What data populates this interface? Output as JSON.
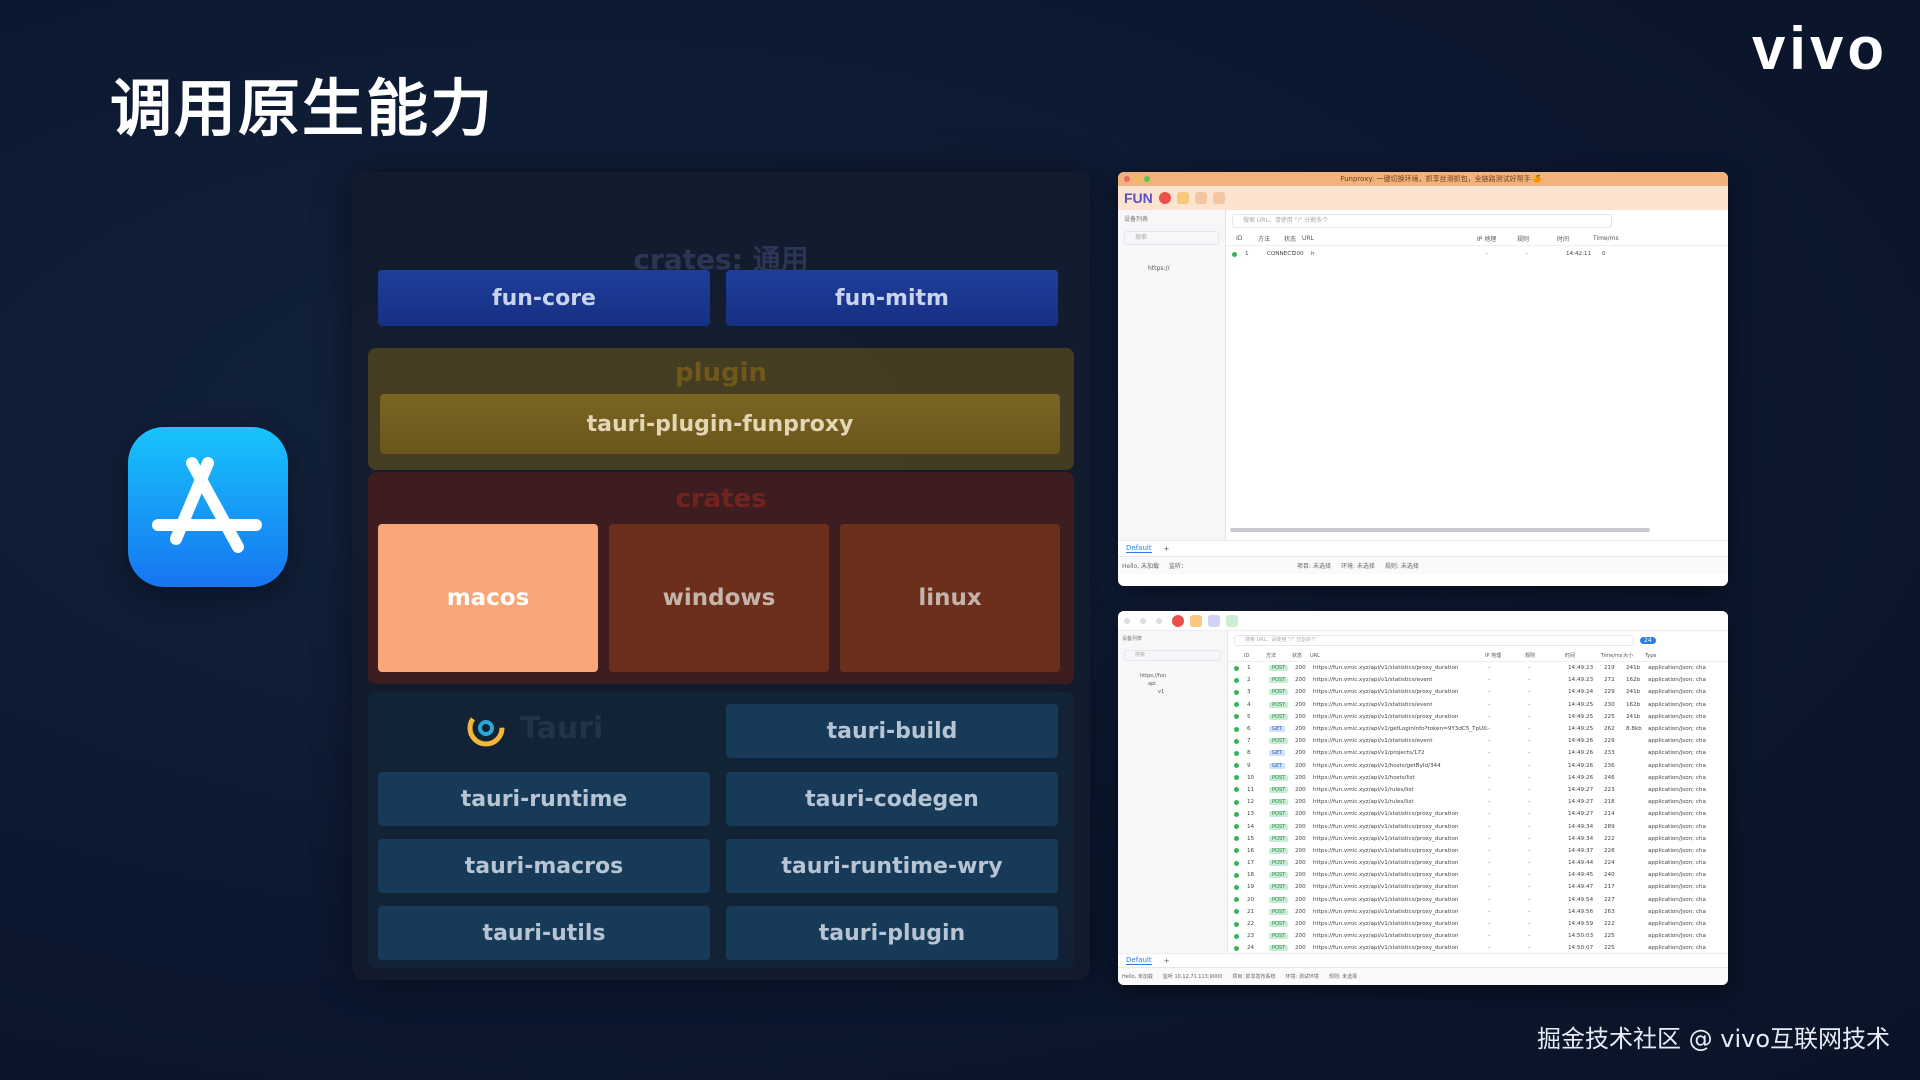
{
  "slide": {
    "title": "调用原生能力",
    "brand": "vivo",
    "watermark": "掘金技术社区 @ vivo互联网技术"
  },
  "architecture": {
    "top_label": "crates: 通用",
    "crates_general": [
      "fun-core",
      "fun-mitm"
    ],
    "plugin_label": "plugin",
    "plugin": "tauri-plugin-funproxy",
    "native_label": "crates",
    "native": [
      "macos",
      "windows",
      "linux"
    ],
    "tauri_label": "Tauri",
    "tauri_crates": [
      "tauri-build",
      "tauri-runtime",
      "tauri-codegen",
      "tauri-macros",
      "tauri-runtime-wry",
      "tauri-utils",
      "tauri-plugin"
    ]
  },
  "screenshot1": {
    "window_title": "Funproxy: 一键切换环境，抓享丝滑抓包，全链路测试好帮手 🍊",
    "app_logo": "FUN",
    "sidebar_title": "设备列表",
    "sidebar_search": "搜索",
    "sidebar_item": "https://",
    "search_placeholder": "搜索 URL、请使用 \"/\" 分割多个",
    "headers": [
      "ID",
      "方法",
      "状态",
      "URL",
      "IP 地理",
      "规则",
      "时间",
      "Time/ms"
    ],
    "row": {
      "id": "1",
      "method": "CONNECT",
      "status": "200",
      "url": "h",
      "ip": "-",
      "rule": "-",
      "time": "14:42:11",
      "ms": "0"
    },
    "tab": "Default",
    "tab_add": "+",
    "status_left": "Hello, 未加载",
    "status_mid": "监听：",
    "status_project": "项目: 未选择",
    "status_env": "环境: 未选择",
    "status_rule": "规则: 未选择"
  },
  "screenshot2": {
    "sidebar_title": "设备列表",
    "sidebar_search": "搜索",
    "tree_items": [
      "https://fun",
      "api",
      "v1"
    ],
    "search_placeholder": "搜索 URL、请使用 \"/\" 分割多个",
    "badge": "24",
    "headers": [
      "ID",
      "方法",
      "状态",
      "URL",
      "IP 地理",
      "规则",
      "时间",
      "Time/ms",
      "大小",
      "Type"
    ],
    "rows": [
      {
        "id": "1",
        "m": "POST",
        "s": "200",
        "u": "https://fun.vmic.xyz/api/v1/statistics/proxy_duration",
        "t": "14:49:23",
        "ms": "219",
        "sz": "241b",
        "ty": "application/json; charset"
      },
      {
        "id": "2",
        "m": "POST",
        "s": "200",
        "u": "https://fun.vmic.xyz/api/v1/statistics/event",
        "t": "14:49:23",
        "ms": "272",
        "sz": "162b",
        "ty": "application/json; charset"
      },
      {
        "id": "3",
        "m": "POST",
        "s": "200",
        "u": "https://fun.vmic.xyz/api/v1/statistics/proxy_duration",
        "t": "14:49:24",
        "ms": "229",
        "sz": "241b",
        "ty": "application/json; charset"
      },
      {
        "id": "4",
        "m": "POST",
        "s": "200",
        "u": "https://fun.vmic.xyz/api/v1/statistics/event",
        "t": "14:49:25",
        "ms": "230",
        "sz": "162b",
        "ty": "application/json; charset"
      },
      {
        "id": "5",
        "m": "POST",
        "s": "200",
        "u": "https://fun.vmic.xyz/api/v1/statistics/proxy_duration",
        "t": "14:49:25",
        "ms": "225",
        "sz": "241b",
        "ty": "application/json; charset"
      },
      {
        "id": "6",
        "m": "GET",
        "s": "200",
        "u": "https://fun.vmic.xyz/api/v1/getLoginInfo?token=9Y3dC5_TpU0...",
        "t": "14:49:25",
        "ms": "262",
        "sz": "8.8kb",
        "ty": "application/json; charset"
      },
      {
        "id": "7",
        "m": "POST",
        "s": "200",
        "u": "https://fun.vmic.xyz/api/v1/statistics/event",
        "t": "14:49:26",
        "ms": "229",
        "sz": "",
        "ty": "application/json; charset"
      },
      {
        "id": "8",
        "m": "GET",
        "s": "200",
        "u": "https://fun.vmic.xyz/api/v1/projects/172",
        "t": "14:49:26",
        "ms": "233",
        "sz": "",
        "ty": "application/json; charset"
      },
      {
        "id": "9",
        "m": "GET",
        "s": "200",
        "u": "https://fun.vmic.xyz/api/v1/hosts/getById/344",
        "t": "14:49:26",
        "ms": "236",
        "sz": "",
        "ty": "application/json; charset"
      },
      {
        "id": "10",
        "m": "POST",
        "s": "200",
        "u": "https://fun.vmic.xyz/api/v1/hosts/list",
        "t": "14:49:26",
        "ms": "246",
        "sz": "",
        "ty": "application/json; charset"
      },
      {
        "id": "11",
        "m": "POST",
        "s": "200",
        "u": "https://fun.vmic.xyz/api/v1/rules/list",
        "t": "14:49:27",
        "ms": "223",
        "sz": "",
        "ty": "application/json; charset"
      },
      {
        "id": "12",
        "m": "POST",
        "s": "200",
        "u": "https://fun.vmic.xyz/api/v1/rules/list",
        "t": "14:49:27",
        "ms": "218",
        "sz": "",
        "ty": "application/json; charset"
      },
      {
        "id": "13",
        "m": "POST",
        "s": "200",
        "u": "https://fun.vmic.xyz/api/v1/statistics/proxy_duration",
        "t": "14:49:27",
        "ms": "214",
        "sz": "",
        "ty": "application/json; charset"
      },
      {
        "id": "14",
        "m": "POST",
        "s": "200",
        "u": "https://fun.vmic.xyz/api/v1/statistics/proxy_duration",
        "t": "14:49:34",
        "ms": "289",
        "sz": "",
        "ty": "application/json; charset"
      },
      {
        "id": "15",
        "m": "POST",
        "s": "200",
        "u": "https://fun.vmic.xyz/api/v1/statistics/proxy_duration",
        "t": "14:49:34",
        "ms": "222",
        "sz": "",
        "ty": "application/json; charset"
      },
      {
        "id": "16",
        "m": "POST",
        "s": "200",
        "u": "https://fun.vmic.xyz/api/v1/statistics/proxy_duration",
        "t": "14:49:37",
        "ms": "228",
        "sz": "",
        "ty": "application/json; charset"
      },
      {
        "id": "17",
        "m": "POST",
        "s": "200",
        "u": "https://fun.vmic.xyz/api/v1/statistics/proxy_duration",
        "t": "14:49:44",
        "ms": "224",
        "sz": "",
        "ty": "application/json; charset"
      },
      {
        "id": "18",
        "m": "POST",
        "s": "200",
        "u": "https://fun.vmic.xyz/api/v1/statistics/proxy_duration",
        "t": "14:49:45",
        "ms": "240",
        "sz": "",
        "ty": "application/json; charset"
      },
      {
        "id": "19",
        "m": "POST",
        "s": "200",
        "u": "https://fun.vmic.xyz/api/v1/statistics/proxy_duration",
        "t": "14:49:47",
        "ms": "217",
        "sz": "",
        "ty": "application/json; charset"
      },
      {
        "id": "20",
        "m": "POST",
        "s": "200",
        "u": "https://fun.vmic.xyz/api/v1/statistics/proxy_duration",
        "t": "14:49:54",
        "ms": "227",
        "sz": "",
        "ty": "application/json; charset"
      },
      {
        "id": "21",
        "m": "POST",
        "s": "200",
        "u": "https://fun.vmic.xyz/api/v1/statistics/proxy_duration",
        "t": "14:49:56",
        "ms": "263",
        "sz": "",
        "ty": "application/json; charset"
      },
      {
        "id": "22",
        "m": "POST",
        "s": "200",
        "u": "https://fun.vmic.xyz/api/v1/statistics/proxy_duration",
        "t": "14:49:59",
        "ms": "222",
        "sz": "",
        "ty": "application/json; charset"
      },
      {
        "id": "23",
        "m": "POST",
        "s": "200",
        "u": "https://fun.vmic.xyz/api/v1/statistics/proxy_duration",
        "t": "14:50:03",
        "ms": "225",
        "sz": "",
        "ty": "application/json; charset"
      },
      {
        "id": "24",
        "m": "POST",
        "s": "200",
        "u": "https://fun.vmic.xyz/api/v1/statistics/proxy_duration",
        "t": "14:50:07",
        "ms": "225",
        "sz": "",
        "ty": "application/json; charset"
      }
    ],
    "tab": "Default",
    "tab_add": "+",
    "status_left": "Hello, 未加载",
    "status_mid": "监听 10.12.71.113:9000",
    "status_project": "项目: 抓享发布系统",
    "status_env": "环境: 测试环境",
    "status_rule": "规则: 未选择"
  },
  "colors": {
    "background": "#0c1830",
    "active_os": "#f9a778",
    "app_icon": "#1775f1"
  }
}
